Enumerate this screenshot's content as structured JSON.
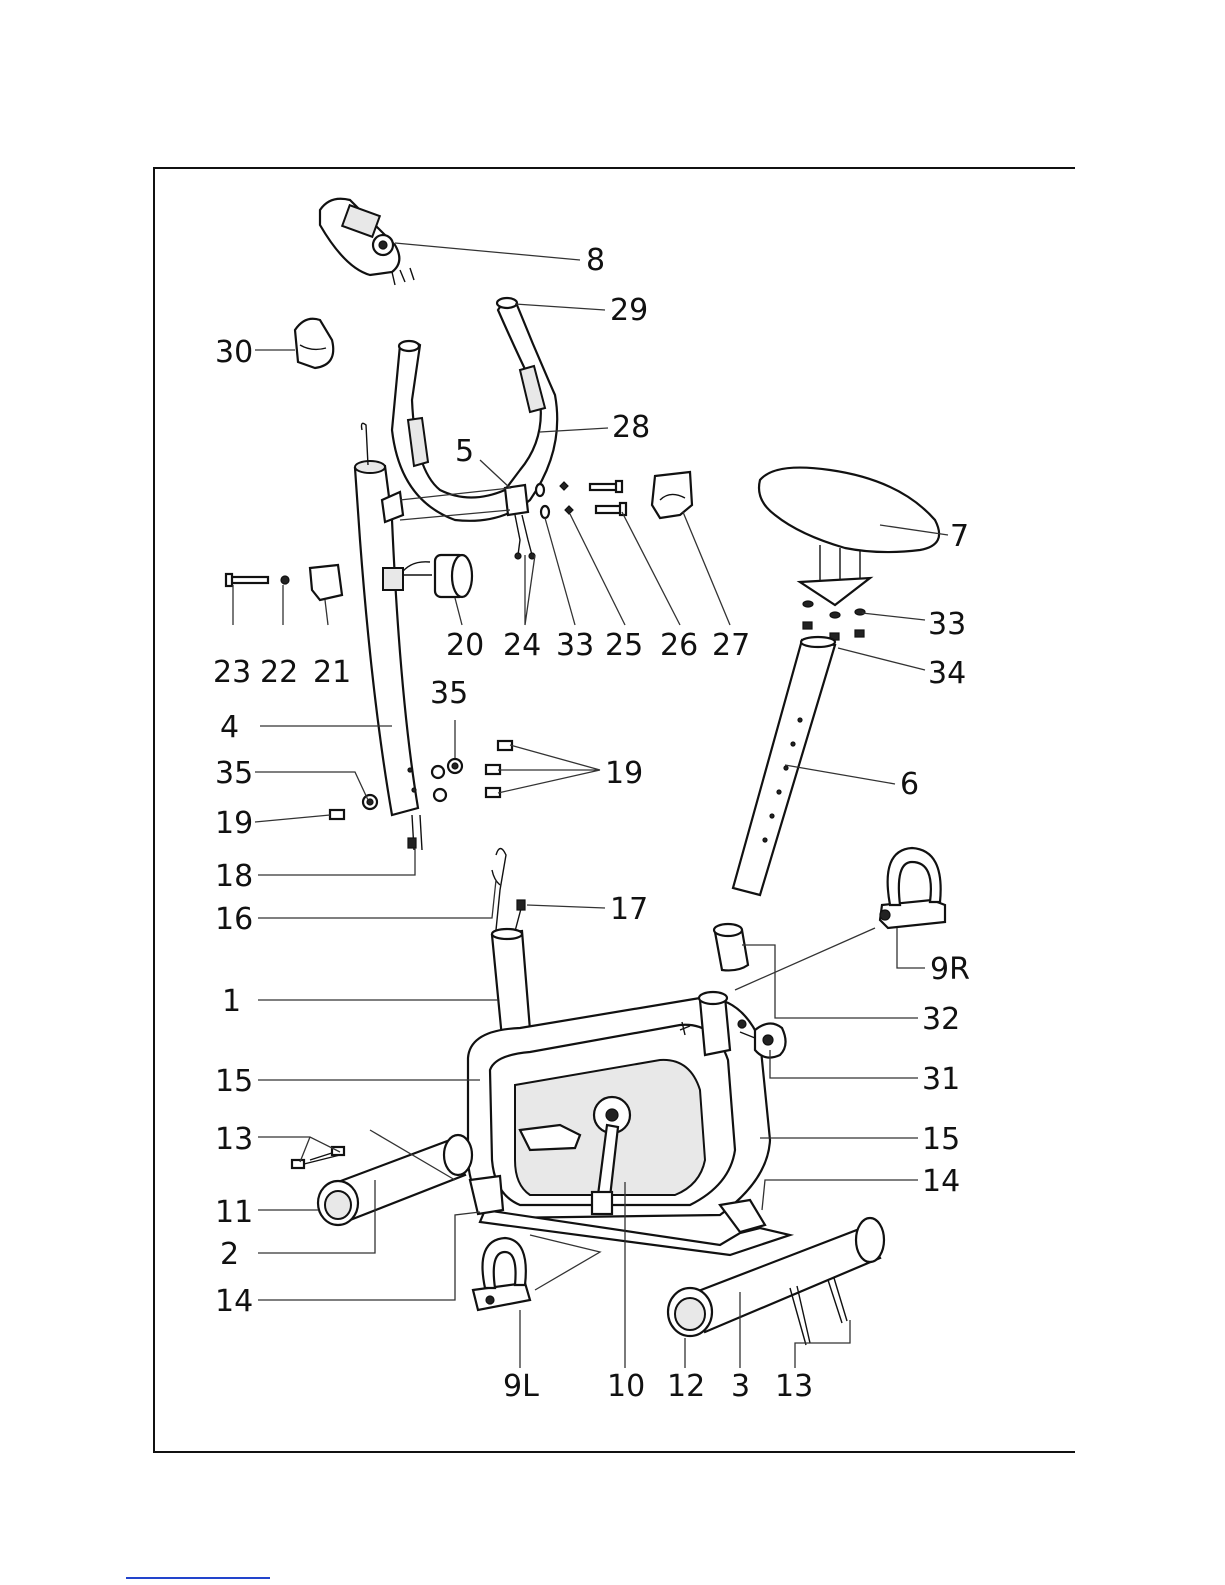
{
  "diagram": {
    "part_labels": [
      "8",
      "29",
      "30",
      "28",
      "5",
      "7",
      "27",
      "26",
      "25",
      "33",
      "24",
      "20",
      "21",
      "22",
      "23",
      "4",
      "35",
      "35",
      "19",
      "19",
      "18",
      "16",
      "17",
      "6",
      "34",
      "33",
      "9R",
      "32",
      "1",
      "31",
      "15",
      "15",
      "13",
      "11",
      "2",
      "14",
      "14",
      "9L",
      "10",
      "12",
      "3",
      "13"
    ]
  },
  "colors": {
    "line": "#111111",
    "frame": "#111111",
    "link": "#2244cc"
  }
}
